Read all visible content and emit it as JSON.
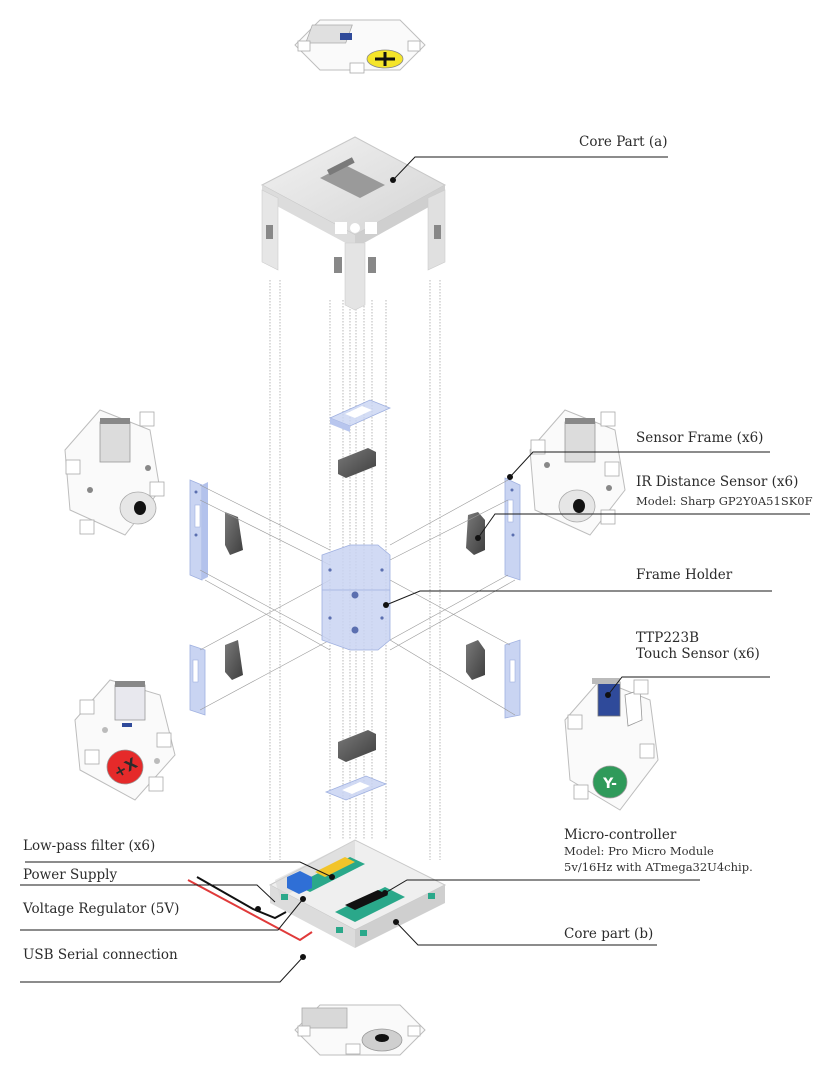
{
  "title": "Exploded assembly diagram of sensor cube device",
  "colors": {
    "part_gray": "#e6e6e6",
    "frame_blue": "#c9d4f2",
    "sensor_dark": "#5a5a5a",
    "touch_blue": "#2f4a9a",
    "pcb_green": "#2aa88a",
    "filter_yellow": "#f2c42a",
    "regulator_blue": "#2f6fd6",
    "wire_red": "#e03a3a",
    "wire_black": "#111111",
    "badge_yellow": "#f5e52a",
    "badge_red": "#e52a2a",
    "badge_green": "#2f9a5a"
  },
  "callouts": [
    {
      "id": "core-part-a",
      "label": "Core Part (a)"
    },
    {
      "id": "sensor-frame",
      "label": "Sensor Frame (x6)"
    },
    {
      "id": "ir-sensor",
      "label": "IR Distance Sensor (x6)",
      "sub": "Model: Sharp GP2Y0A51SK0F"
    },
    {
      "id": "frame-holder",
      "label": "Frame Holder"
    },
    {
      "id": "touch-sensor",
      "label": "TTP223B",
      "label2": "Touch Sensor (x6)"
    },
    {
      "id": "low-pass",
      "label": "Low-pass filter (x6)"
    },
    {
      "id": "power-supply",
      "label": "Power Supply"
    },
    {
      "id": "voltage-regulator",
      "label": "Voltage Regulator (5V)"
    },
    {
      "id": "usb-serial",
      "label": "USB Serial connection"
    },
    {
      "id": "micro-controller",
      "label": "Micro-controller",
      "sub": "Model: Pro Micro Module",
      "sub2": "5v/16Hz with ATmega32U4chip."
    },
    {
      "id": "core-part-b",
      "label": "Core part (b)"
    }
  ],
  "orientation_views": [
    {
      "id": "top-view",
      "badge": "cross",
      "badge_text": ""
    },
    {
      "id": "left-upper-view",
      "badge": "none",
      "badge_text": ""
    },
    {
      "id": "right-upper-view",
      "badge": "none",
      "badge_text": ""
    },
    {
      "id": "left-lower-view",
      "badge": "red",
      "badge_text": "+X"
    },
    {
      "id": "right-lower-view",
      "badge": "green",
      "badge_text": "Y-"
    },
    {
      "id": "bottom-view",
      "badge": "none",
      "badge_text": ""
    }
  ]
}
